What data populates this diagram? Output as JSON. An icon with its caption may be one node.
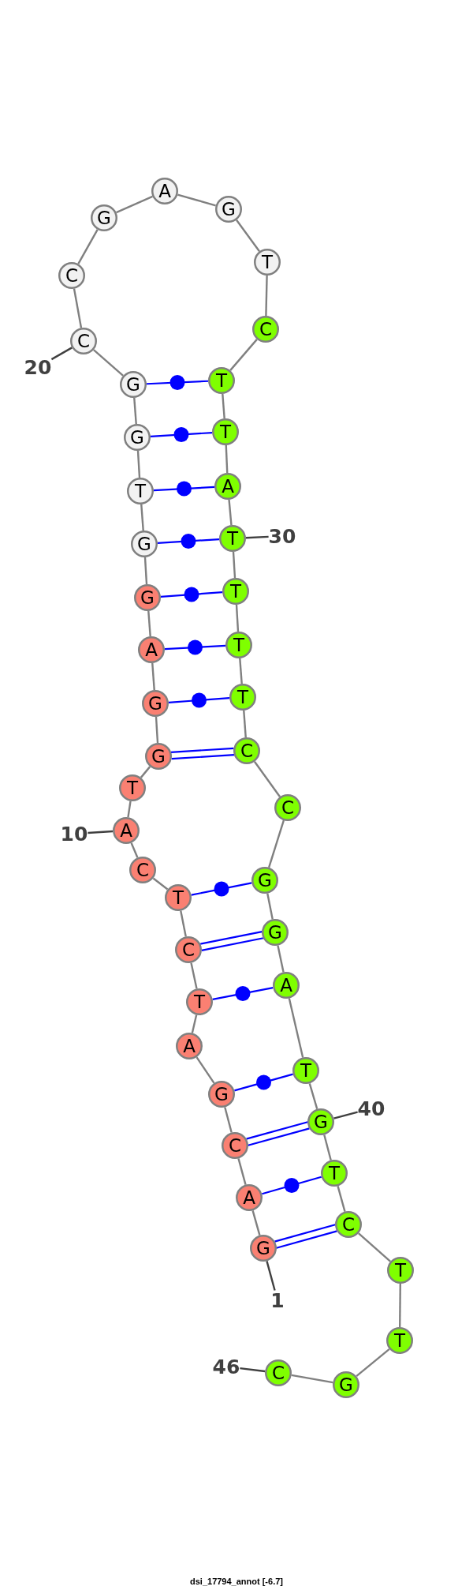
{
  "diagram": {
    "caption": "dsi_17794_annot [-6.7]",
    "nodes": [
      {
        "text": [
          "G"
        ]
      },
      {
        "text": [
          "A"
        ]
      },
      {
        "text": [
          "C"
        ]
      },
      {
        "text": [
          "G"
        ]
      },
      {
        "text": [
          "A"
        ]
      },
      {
        "text": [
          "T"
        ]
      },
      {
        "text": [
          "C"
        ]
      },
      {
        "text": [
          "T"
        ]
      },
      {
        "text": [
          "C"
        ]
      },
      {
        "text": [
          "A"
        ]
      },
      {
        "text": [
          "T"
        ]
      },
      {
        "text": [
          "G"
        ]
      },
      {
        "text": [
          "G"
        ]
      },
      {
        "text": [
          "A"
        ]
      },
      {
        "text": [
          "G"
        ]
      },
      {
        "text": [
          "G"
        ]
      },
      {
        "text": [
          "T"
        ]
      },
      {
        "text": [
          "G"
        ]
      },
      {
        "text": [
          "G"
        ]
      },
      {
        "text": [
          "C"
        ]
      },
      {
        "text": [
          "C"
        ]
      },
      {
        "text": [
          "G"
        ]
      },
      {
        "text": [
          "A"
        ]
      },
      {
        "text": [
          "G"
        ]
      },
      {
        "text": [
          "T"
        ]
      },
      {
        "text": [
          "C"
        ]
      },
      {
        "text": [
          "T"
        ]
      },
      {
        "text": [
          "T"
        ]
      },
      {
        "text": [
          "A"
        ]
      },
      {
        "text": [
          "T"
        ]
      },
      {
        "text": [
          "T"
        ]
      },
      {
        "text": [
          "T"
        ]
      },
      {
        "text": [
          "T"
        ]
      },
      {
        "text": [
          "C"
        ]
      },
      {
        "text": [
          "C"
        ]
      },
      {
        "text": [
          "G"
        ]
      },
      {
        "text": [
          "G"
        ]
      },
      {
        "text": [
          "A"
        ]
      },
      {
        "text": [
          "T"
        ]
      },
      {
        "text": [
          "G"
        ]
      },
      {
        "text": [
          "T"
        ]
      },
      {
        "text": [
          "C"
        ]
      },
      {
        "text": [
          "T"
        ]
      },
      {
        "text": [
          "T"
        ]
      },
      {
        "text": [
          "G"
        ]
      },
      {
        "text": [
          "C"
        ]
      },
      {
        "text": [
          "20"
        ]
      },
      {
        "text": [
          "30"
        ]
      },
      {
        "text": [
          "10"
        ]
      },
      {
        "text": [
          "40"
        ]
      },
      {
        "text": [
          "1"
        ]
      },
      {
        "text": [
          "46"
        ]
      }
    ],
    "edges": [
      {
        "from": 0,
        "to": 1,
        "arrow": "none"
      },
      {
        "from": 1,
        "to": 2,
        "arrow": "none"
      },
      {
        "from": 2,
        "to": 3,
        "arrow": "none"
      },
      {
        "from": 3,
        "to": 4,
        "arrow": "none"
      },
      {
        "from": 4,
        "to": 5,
        "arrow": "none"
      },
      {
        "from": 5,
        "to": 6,
        "arrow": "none"
      },
      {
        "from": 6,
        "to": 7,
        "arrow": "none"
      },
      {
        "from": 7,
        "to": 8,
        "arrow": "none"
      },
      {
        "from": 8,
        "to": 9,
        "arrow": "none"
      },
      {
        "from": 9,
        "to": 10,
        "arrow": "none"
      },
      {
        "from": 10,
        "to": 11,
        "arrow": "none"
      },
      {
        "from": 11,
        "to": 12,
        "arrow": "none"
      },
      {
        "from": 12,
        "to": 13,
        "arrow": "none"
      },
      {
        "from": 13,
        "to": 14,
        "arrow": "none"
      },
      {
        "from": 14,
        "to": 15,
        "arrow": "none"
      },
      {
        "from": 15,
        "to": 16,
        "arrow": "none"
      },
      {
        "from": 16,
        "to": 17,
        "arrow": "none"
      },
      {
        "from": 17,
        "to": 18,
        "arrow": "none"
      },
      {
        "from": 18,
        "to": 19,
        "arrow": "none"
      },
      {
        "from": 19,
        "to": 20,
        "arrow": "none"
      },
      {
        "from": 20,
        "to": 21,
        "arrow": "none"
      },
      {
        "from": 21,
        "to": 22,
        "arrow": "none"
      },
      {
        "from": 22,
        "to": 23,
        "arrow": "none"
      },
      {
        "from": 23,
        "to": 24,
        "arrow": "none"
      },
      {
        "from": 24,
        "to": 25,
        "arrow": "none"
      },
      {
        "from": 25,
        "to": 26,
        "arrow": "none"
      },
      {
        "from": 26,
        "to": 27,
        "arrow": "none"
      },
      {
        "from": 27,
        "to": 28,
        "arrow": "none"
      },
      {
        "from": 28,
        "to": 29,
        "arrow": "none"
      },
      {
        "from": 29,
        "to": 30,
        "arrow": "none"
      },
      {
        "from": 30,
        "to": 31,
        "arrow": "none"
      },
      {
        "from": 31,
        "to": 32,
        "arrow": "none"
      },
      {
        "from": 32,
        "to": 33,
        "arrow": "none"
      },
      {
        "from": 33,
        "to": 34,
        "arrow": "none"
      },
      {
        "from": 34,
        "to": 35,
        "arrow": "none"
      },
      {
        "from": 35,
        "to": 36,
        "arrow": "none"
      },
      {
        "from": 36,
        "to": 37,
        "arrow": "none"
      },
      {
        "from": 37,
        "to": 38,
        "arrow": "none"
      },
      {
        "from": 38,
        "to": 39,
        "arrow": "none"
      },
      {
        "from": 39,
        "to": 40,
        "arrow": "none"
      },
      {
        "from": 40,
        "to": 41,
        "arrow": "none"
      },
      {
        "from": 41,
        "to": 42,
        "arrow": "none"
      },
      {
        "from": 42,
        "to": 43,
        "arrow": "none"
      },
      {
        "from": 43,
        "to": 44,
        "arrow": "none"
      },
      {
        "from": 44,
        "to": 45,
        "arrow": "none"
      },
      {
        "from": 18,
        "to": 26,
        "arrow": "none",
        "color": "#0000ff"
      },
      {
        "from": 17,
        "to": 27,
        "arrow": "none",
        "color": "#0000ff"
      },
      {
        "from": 16,
        "to": 28,
        "arrow": "none",
        "color": "#0000ff"
      },
      {
        "from": 15,
        "to": 29,
        "arrow": "none",
        "color": "#0000ff"
      },
      {
        "from": 14,
        "to": 30,
        "arrow": "none",
        "color": "#0000ff"
      },
      {
        "from": 13,
        "to": 31,
        "arrow": "none",
        "color": "#0000ff"
      },
      {
        "from": 12,
        "to": 32,
        "arrow": "none",
        "color": "#0000ff"
      },
      {
        "from": 11,
        "to": 33,
        "arrow": "none",
        "style": "thick",
        "color": "#0000ff"
      },
      {
        "from": 7,
        "to": 35,
        "arrow": "none",
        "color": "#0000ff"
      },
      {
        "from": 6,
        "to": 36,
        "arrow": "none",
        "style": "thick",
        "color": "#0000ff"
      },
      {
        "from": 5,
        "to": 37,
        "arrow": "none",
        "color": "#0000ff"
      },
      {
        "from": 3,
        "to": 38,
        "arrow": "none",
        "color": "#0000ff"
      },
      {
        "from": 2,
        "to": 39,
        "arrow": "none",
        "style": "thick",
        "color": "#0000ff"
      },
      {
        "from": 1,
        "to": 40,
        "arrow": "none",
        "color": "#0000ff"
      },
      {
        "from": 0,
        "to": 41,
        "arrow": "none",
        "style": "thick",
        "color": "#0000ff"
      },
      {
        "from": 46,
        "to": 19,
        "arrow": "none",
        "color": "#404040"
      },
      {
        "from": 47,
        "to": 29,
        "arrow": "none",
        "color": "#404040"
      },
      {
        "from": 48,
        "to": 9,
        "arrow": "none",
        "color": "#404040"
      },
      {
        "from": 49,
        "to": 39,
        "arrow": "none",
        "color": "#404040"
      },
      {
        "from": 50,
        "to": 0,
        "arrow": "none",
        "color": "#404040"
      },
      {
        "from": 51,
        "to": 45,
        "arrow": "none",
        "color": "#404040"
      }
    ]
  }
}
